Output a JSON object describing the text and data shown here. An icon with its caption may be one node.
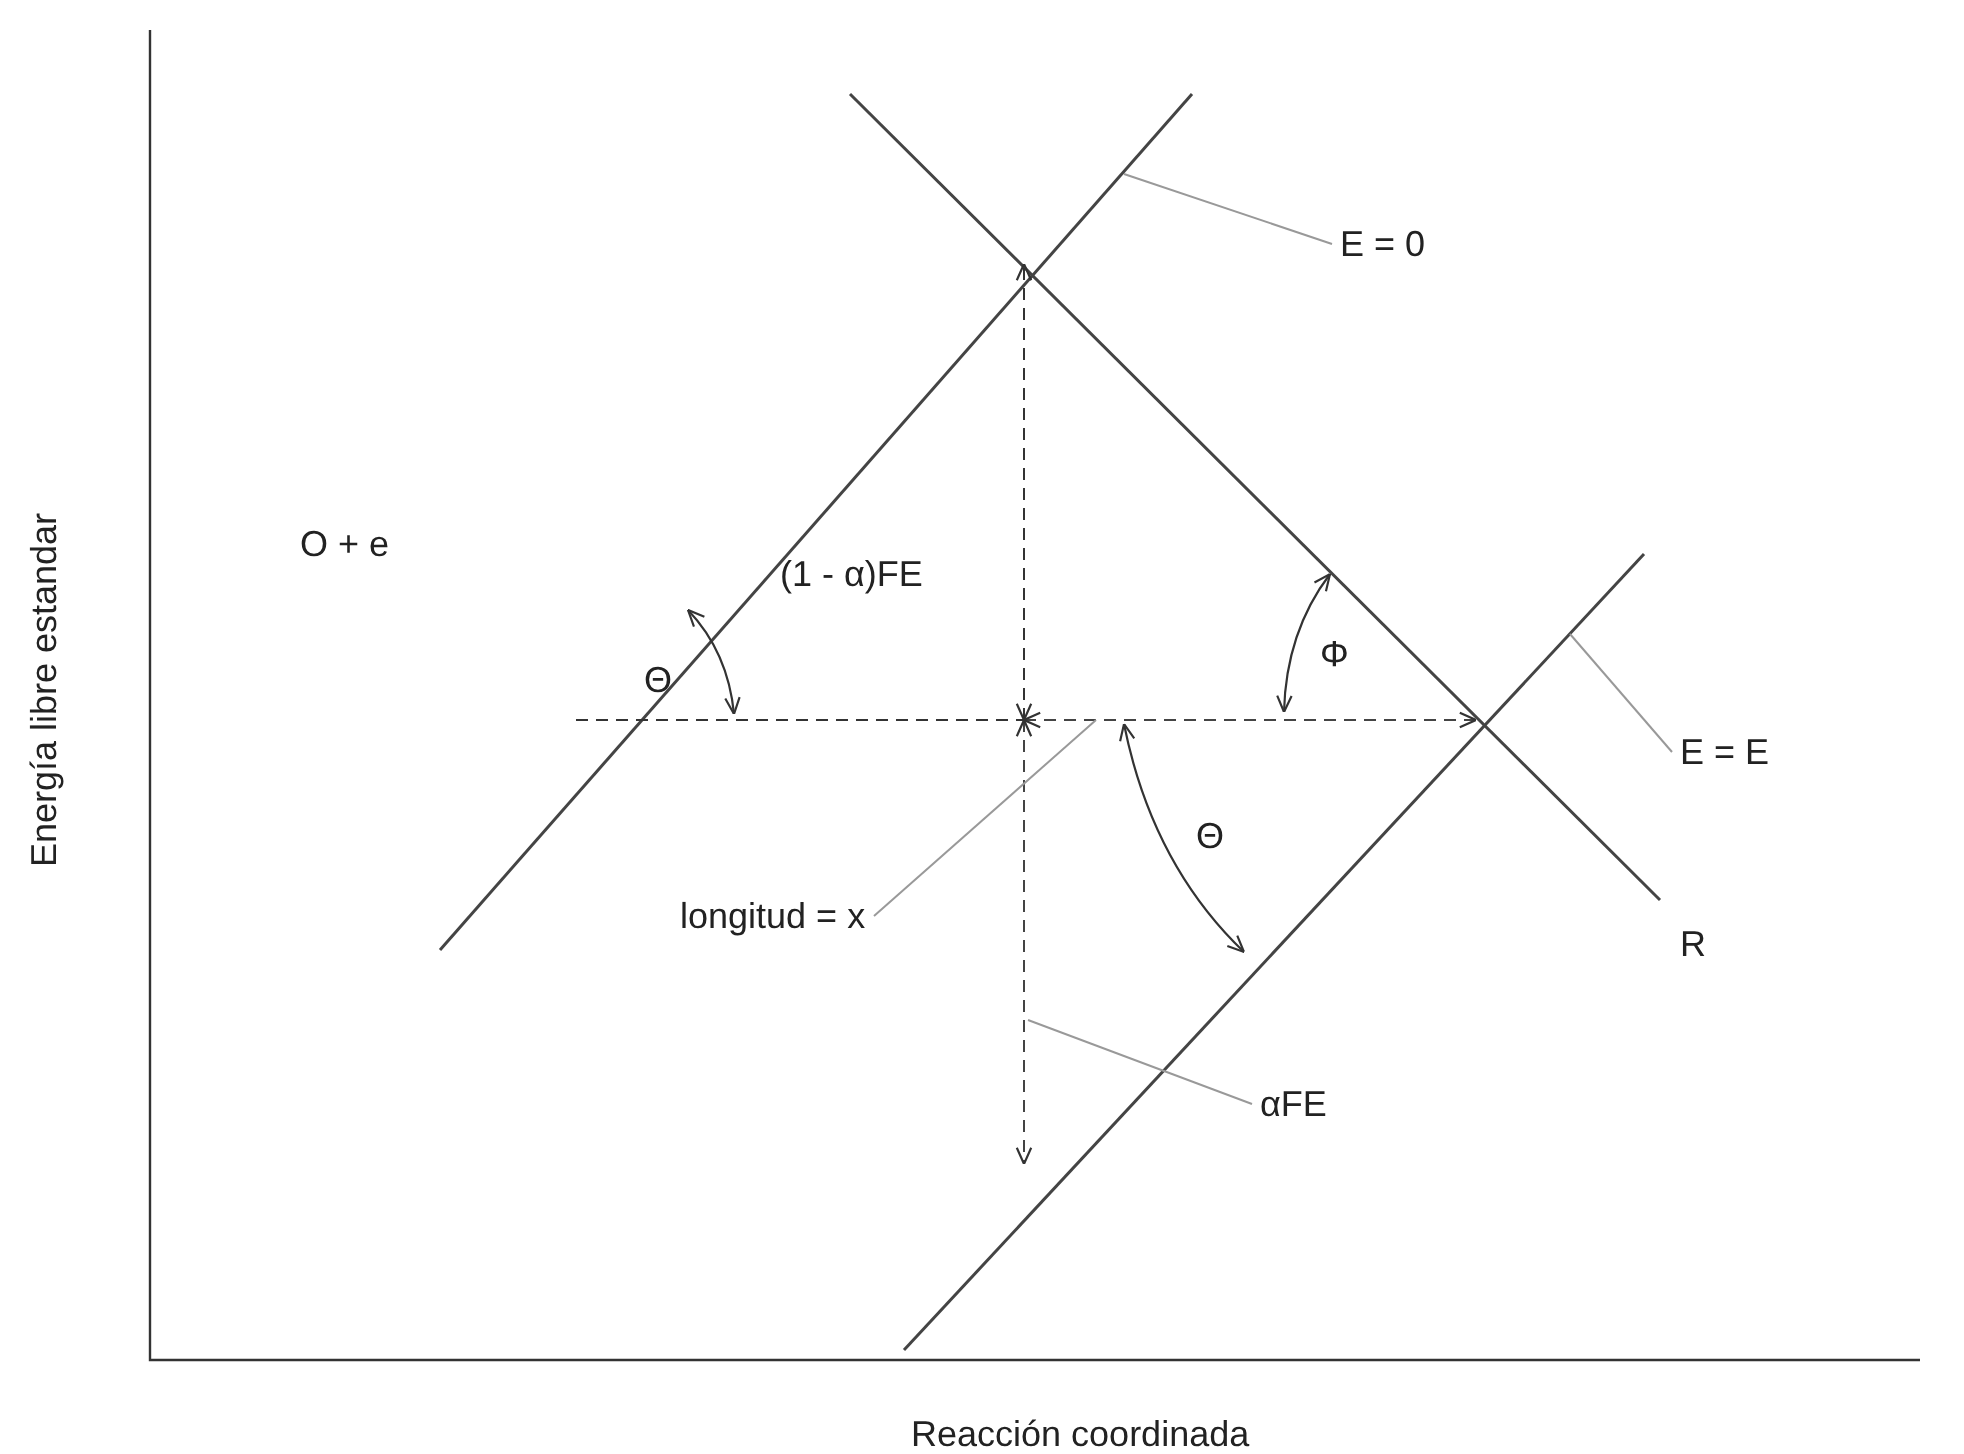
{
  "diagram": {
    "nodes": [
      {
        "text": [
          "E = 0"
        ]
      },
      {
        "text": [
          "E = E"
        ]
      },
      {
        "text": [
          "longitud = x"
        ]
      },
      {
        "text": [
          "αFE"
        ]
      }
    ],
    "edges": [
      {
        "from": 0,
        "to": null,
        "arrow": "none"
      },
      {
        "from": 1,
        "to": null,
        "arrow": "none"
      },
      {
        "from": 2,
        "to": null,
        "arrow": "none"
      },
      {
        "from": 3,
        "to": null,
        "arrow": "none"
      }
    ],
    "labels": [
      "O + e",
      "(1 - α)FE",
      "Θ",
      "Φ",
      "Θ",
      "R",
      "Energía libre estandar",
      "Reacción coordinada"
    ]
  }
}
